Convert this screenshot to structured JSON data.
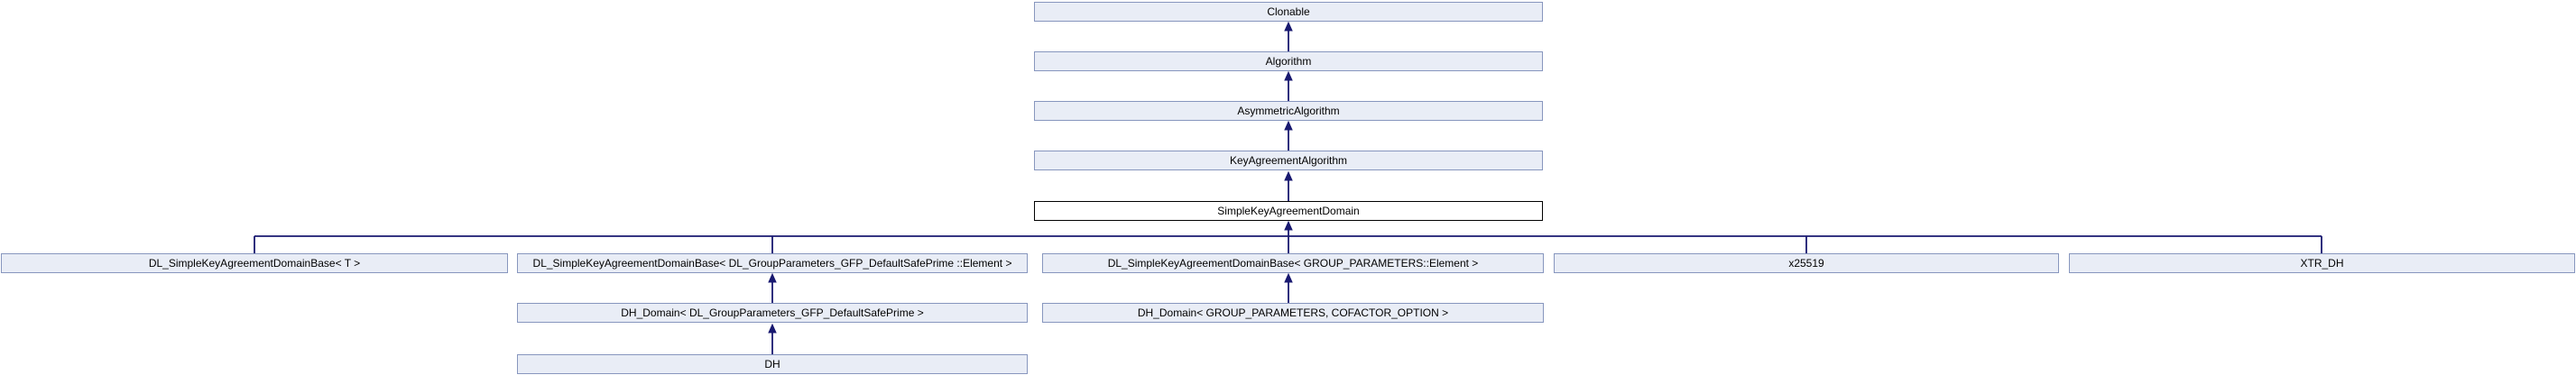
{
  "diagram": {
    "kind": "class-inheritance-graph",
    "current_class": "SimpleKeyAgreementDomain",
    "nodes": {
      "clonable": {
        "label": "Clonable"
      },
      "algorithm": {
        "label": "Algorithm"
      },
      "asymmetric_algorithm": {
        "label": "AsymmetricAlgorithm"
      },
      "key_agreement_algorithm": {
        "label": "KeyAgreementAlgorithm"
      },
      "simple_key_agreement_domain": {
        "label": "SimpleKeyAgreementDomain"
      },
      "dl_base_t": {
        "label": "DL_SimpleKeyAgreementDomainBase< T >"
      },
      "dl_base_gfp": {
        "label": "DL_SimpleKeyAgreementDomainBase< DL_GroupParameters_GFP_DefaultSafePrime ::Element >"
      },
      "dl_base_group_parameters": {
        "label": "DL_SimpleKeyAgreementDomainBase< GROUP_PARAMETERS::Element >"
      },
      "x25519": {
        "label": "x25519"
      },
      "xtr_dh": {
        "label": "XTR_DH"
      },
      "dh_domain_gfp": {
        "label": "DH_Domain< DL_GroupParameters_GFP_DefaultSafePrime >"
      },
      "dh_domain_group_parameters": {
        "label": "DH_Domain< GROUP_PARAMETERS, COFACTOR_OPTION >"
      },
      "dh": {
        "label": "DH"
      }
    },
    "edges": [
      {
        "child": "Algorithm",
        "parent": "Clonable"
      },
      {
        "child": "AsymmetricAlgorithm",
        "parent": "Algorithm"
      },
      {
        "child": "KeyAgreementAlgorithm",
        "parent": "AsymmetricAlgorithm"
      },
      {
        "child": "SimpleKeyAgreementDomain",
        "parent": "KeyAgreementAlgorithm"
      },
      {
        "child": "DL_SimpleKeyAgreementDomainBase< T >",
        "parent": "SimpleKeyAgreementDomain"
      },
      {
        "child": "DL_SimpleKeyAgreementDomainBase< DL_GroupParameters_GFP_DefaultSafePrime ::Element >",
        "parent": "SimpleKeyAgreementDomain"
      },
      {
        "child": "DL_SimpleKeyAgreementDomainBase< GROUP_PARAMETERS::Element >",
        "parent": "SimpleKeyAgreementDomain"
      },
      {
        "child": "x25519",
        "parent": "SimpleKeyAgreementDomain"
      },
      {
        "child": "XTR_DH",
        "parent": "SimpleKeyAgreementDomain"
      },
      {
        "child": "DH_Domain< DL_GroupParameters_GFP_DefaultSafePrime >",
        "parent": "DL_SimpleKeyAgreementDomainBase< DL_GroupParameters_GFP_DefaultSafePrime ::Element >"
      },
      {
        "child": "DH_Domain< GROUP_PARAMETERS, COFACTOR_OPTION >",
        "parent": "DL_SimpleKeyAgreementDomainBase< GROUP_PARAMETERS::Element >"
      },
      {
        "child": "DH",
        "parent": "DH_Domain< DL_GroupParameters_GFP_DefaultSafePrime >"
      }
    ]
  },
  "colors": {
    "node_fill": "#E9EDF6",
    "node_border": "#8796BE",
    "current_node_fill": "#FFFFFF",
    "current_node_border": "#000000",
    "arrow_color": "#191970",
    "text_color": "#000000",
    "background": "#FFFFFF"
  }
}
